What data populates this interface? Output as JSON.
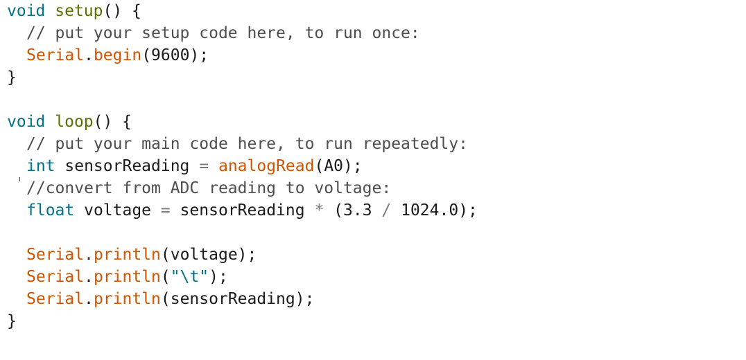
{
  "code": {
    "line1": {
      "kw": "void",
      "fn": "setup",
      "rest": "() {"
    },
    "line2": {
      "comment": "// put your setup code here, to run once:"
    },
    "line3": {
      "obj": "Serial",
      "dot": ".",
      "method": "begin",
      "rest": "(9600);"
    },
    "line4": {
      "text": "}"
    },
    "line6": {
      "kw": "void",
      "fn": "loop",
      "rest": "() {"
    },
    "line7": {
      "comment": "// put your main code here, to run repeatedly:"
    },
    "line8": {
      "type": "int",
      "var": " sensorReading ",
      "op": "=",
      "sp": " ",
      "fn": "analogRead",
      "rest": "(A0);"
    },
    "line9": {
      "comment": "//convert from ADC reading to voltage:"
    },
    "line10": {
      "type": "float",
      "var": " voltage ",
      "op": "=",
      "rest1": " sensorReading ",
      "op2": "*",
      "rest2": " (3.3 ",
      "op3": "/",
      "rest3": " 1024.0);"
    },
    "line12": {
      "obj": "Serial",
      "dot": ".",
      "method": "println",
      "rest": "(voltage);"
    },
    "line13": {
      "obj": "Serial",
      "dot": ".",
      "method": "println",
      "open": "(",
      "str": "\"\\t\"",
      "close": ");"
    },
    "line14": {
      "obj": "Serial",
      "dot": ".",
      "method": "println",
      "rest": "(sensorReading);"
    },
    "line15": {
      "text": "}"
    }
  },
  "colors": {
    "keyword": "#00738c",
    "function": "#5a7000",
    "serial": "#d35400",
    "comment": "#4d4d4d",
    "text": "#1a1a1a"
  }
}
